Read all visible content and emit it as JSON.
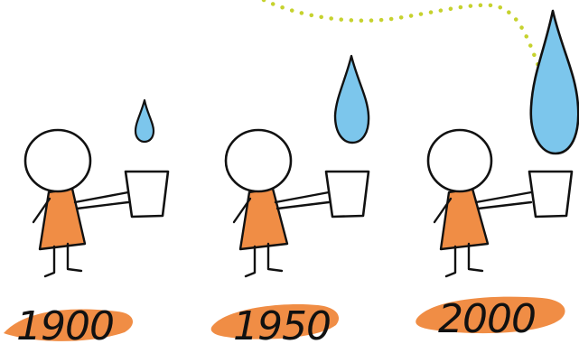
{
  "colors": {
    "ink": "#111111",
    "shirt": "#f08d45",
    "highlight": "#f08d45",
    "water": "#7cc6ec",
    "dotted_path": "#c6d22e",
    "background": "#ffffff"
  },
  "scenes": [
    {
      "year": "1900",
      "drop_size": "small"
    },
    {
      "year": "1950",
      "drop_size": "medium"
    },
    {
      "year": "2000",
      "drop_size": "large"
    }
  ],
  "icons": {
    "person": "stick-figure-icon",
    "cup": "cup-icon",
    "drop": "water-drop-icon"
  }
}
